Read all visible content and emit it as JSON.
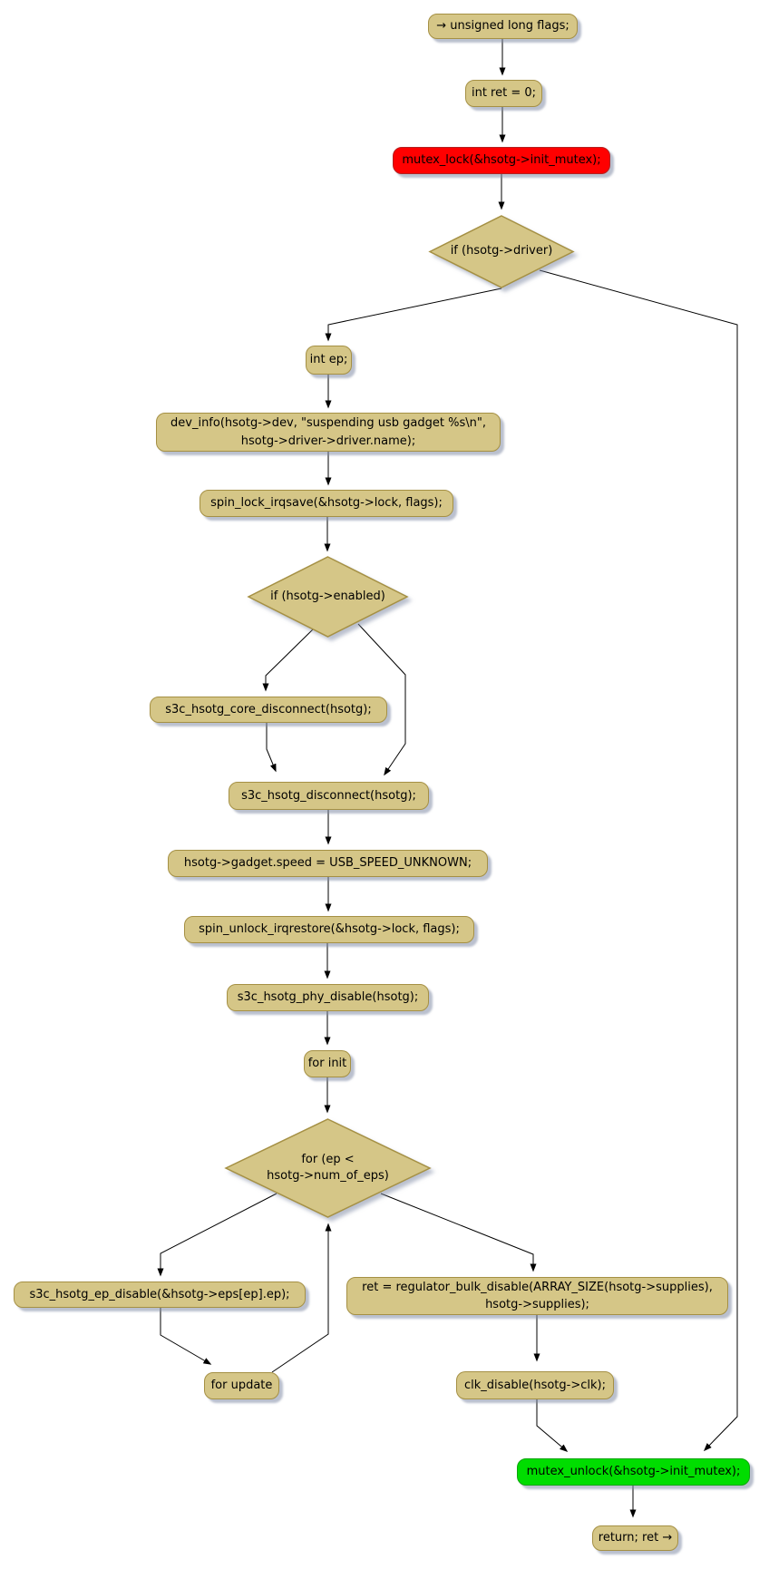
{
  "diagram": {
    "background_color": "#ffffff",
    "colors": {
      "node_fill": "#D5C687",
      "node_border": "#A59044",
      "highlight_red_fill": "#FF0000",
      "highlight_green_fill": "#00DD00",
      "edge_color": "#000000"
    },
    "nodes": {
      "entry_flags": {
        "label": "→ unsigned long flags;"
      },
      "int_ret": {
        "label": "int ret = 0;"
      },
      "mutex_lock": {
        "label": "mutex_lock(&hsotg->init_mutex);"
      },
      "if_driver": {
        "label": "if (hsotg->driver)"
      },
      "int_ep": {
        "label": "int ep;"
      },
      "dev_info": {
        "line1": "dev_info(hsotg->dev, \"suspending usb gadget %s\\n\",",
        "line2": "hsotg->driver->driver.name);"
      },
      "spin_lock": {
        "label": "spin_lock_irqsave(&hsotg->lock, flags);"
      },
      "if_enabled": {
        "label": "if (hsotg->enabled)"
      },
      "core_disconnect": {
        "label": "s3c_hsotg_core_disconnect(hsotg);"
      },
      "disconnect": {
        "label": "s3c_hsotg_disconnect(hsotg);"
      },
      "gadget_speed": {
        "label": "hsotg->gadget.speed = USB_SPEED_UNKNOWN;"
      },
      "spin_unlock": {
        "label": "spin_unlock_irqrestore(&hsotg->lock, flags);"
      },
      "phy_disable": {
        "label": "s3c_hsotg_phy_disable(hsotg);"
      },
      "for_init": {
        "label": "for init"
      },
      "for_loop": {
        "line1": "for (ep <",
        "line2": "hsotg->num_of_eps)"
      },
      "ep_disable": {
        "label": "s3c_hsotg_ep_disable(&hsotg->eps[ep].ep);"
      },
      "regulator": {
        "line1": "ret = regulator_bulk_disable(ARRAY_SIZE(hsotg->supplies),",
        "line2": "hsotg->supplies);"
      },
      "for_update": {
        "label": "for update"
      },
      "clk_disable": {
        "label": "clk_disable(hsotg->clk);"
      },
      "mutex_unlock": {
        "label": "mutex_unlock(&hsotg->init_mutex);"
      },
      "return": {
        "label": "return; ret →"
      }
    }
  }
}
